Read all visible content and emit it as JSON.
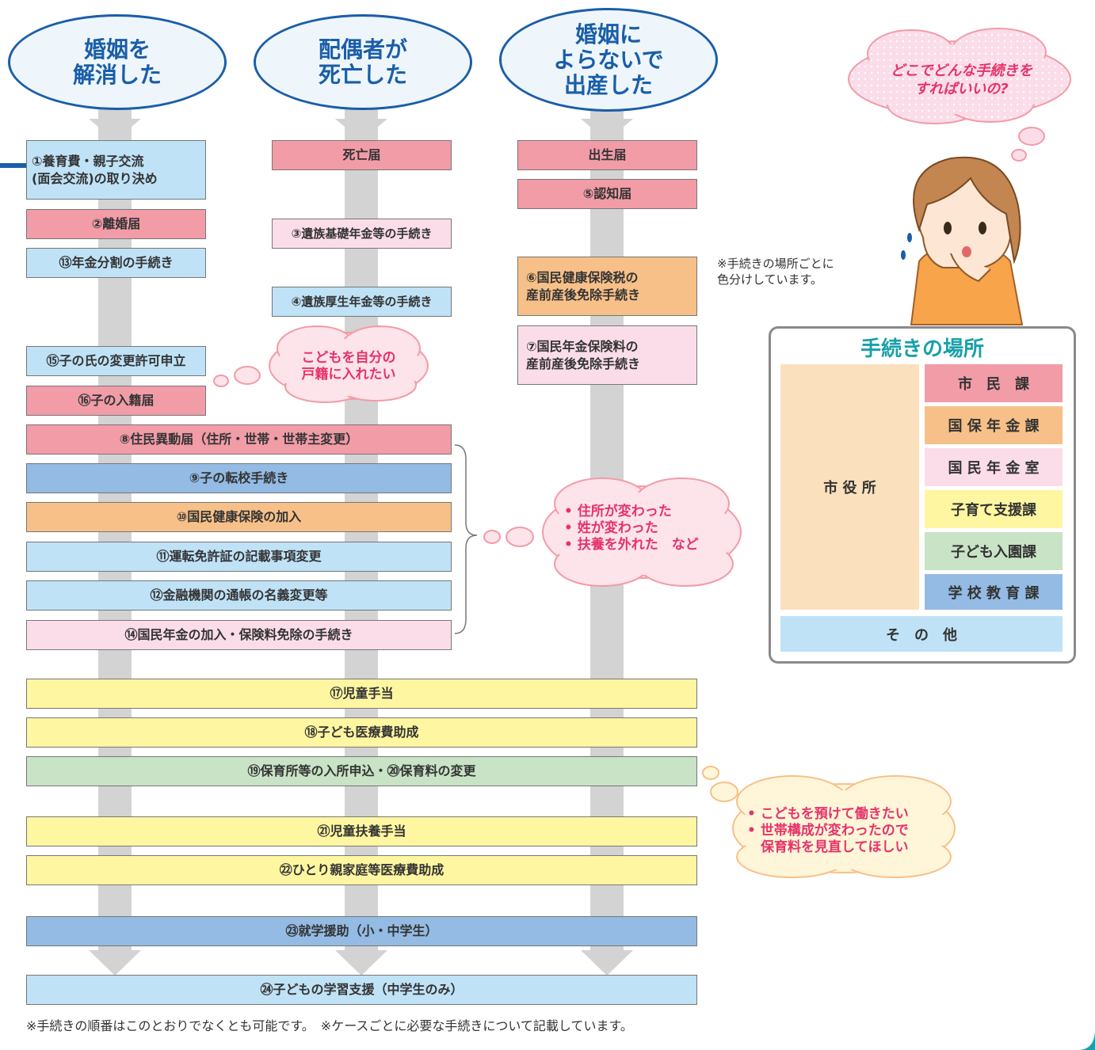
{
  "colors": {
    "shiminka": "#f19ca7",
    "kokuho": "#f7c088",
    "nenkin": "#fbdde9",
    "kosodate": "#fff6a1",
    "nyuen": "#c8e3c5",
    "gakko": "#93bbe3",
    "sonota": "#bfe2f6",
    "shiyakusho": "#fbe0bd",
    "header_border": "#1a5ea8",
    "cloud_text": "#e5336a"
  },
  "headers": [
    {
      "label": "婚姻を\n解消した"
    },
    {
      "label": "配偶者が\n死亡した"
    },
    {
      "label": "婚姻に\nよらないで\n出産した"
    }
  ],
  "column1": [
    {
      "label": "①養育費・親子交流\n(面会交流)の取り決め",
      "dept": "sonota"
    },
    {
      "label": "②離婚届",
      "dept": "shiminka"
    },
    {
      "label": "⑬年金分割の手続き",
      "dept": "sonota"
    },
    {
      "label": "⑮子の氏の変更許可申立",
      "dept": "sonota"
    },
    {
      "label": "⑯子の入籍届",
      "dept": "shiminka"
    }
  ],
  "column2": [
    {
      "label": "死亡届",
      "dept": "shiminka"
    },
    {
      "label": "③遺族基礎年金等の手続き",
      "dept": "nenkin"
    },
    {
      "label": "④遺族厚生年金等の手続き",
      "dept": "sonota"
    }
  ],
  "column3": [
    {
      "label": "出生届",
      "dept": "shiminka"
    },
    {
      "label": "⑤認知届",
      "dept": "shiminka"
    },
    {
      "label": "⑥国民健康保険税の\n産前産後免除手続き",
      "dept": "kokuho"
    },
    {
      "label": "⑦国民年金保険料の\n産前産後免除手続き",
      "dept": "nenkin"
    }
  ],
  "wide12": [
    {
      "label": "⑧住民異動届（住所・世帯・世帯主変更）",
      "dept": "shiminka"
    },
    {
      "label": "⑨子の転校手続き",
      "dept": "gakko"
    },
    {
      "label": "⑩国民健康保険の加入",
      "dept": "kokuho"
    },
    {
      "label": "⑪運転免許証の記載事項変更",
      "dept": "sonota"
    },
    {
      "label": "⑫金融機関の通帳の名義変更等",
      "dept": "sonota"
    },
    {
      "label": "⑭国民年金の加入・保険料免除の手続き",
      "dept": "nenkin"
    }
  ],
  "wide123": [
    {
      "label": "⑰児童手当",
      "dept": "kosodate"
    },
    {
      "label": "⑱子ども医療費助成",
      "dept": "kosodate"
    },
    {
      "label": "⑲保育所等の入所申込・⑳保育料の変更",
      "dept": "nyuen"
    },
    {
      "label": "㉑児童扶養手当",
      "dept": "kosodate"
    },
    {
      "label": "㉒ひとり親家庭等医療費助成",
      "dept": "kosodate"
    },
    {
      "label": "㉓就学援助（小・中学生）",
      "dept": "gakko"
    },
    {
      "label": "㉔子どもの学習支援（中学生のみ）",
      "dept": "sonota"
    }
  ],
  "clouds": {
    "question": "どこでどんな手続きを\nすればいいの?",
    "koseki": "こどもを自分の\n戸籍に入れたい",
    "address": "• 住所が変わった\n• 姓が変わった\n• 扶養を外れた　など",
    "hoiku": "• こどもを預けて働きたい\n• 世帯構成が変わったので\n　保育料を見直してほしい"
  },
  "color_note": "※手続きの場所ごとに\n色分けしています。",
  "legend": {
    "title": "手続きの場所",
    "city_hall": "市 役 所",
    "items": [
      {
        "label": "市　民　課",
        "dept": "shiminka"
      },
      {
        "label": "国 保 年 金 課",
        "dept": "kokuho"
      },
      {
        "label": "国 民 年 金 室",
        "dept": "nenkin"
      },
      {
        "label": "子育て支援課",
        "dept": "kosodate"
      },
      {
        "label": "子ども入園課",
        "dept": "nyuen"
      },
      {
        "label": "学 校 教 育 課",
        "dept": "gakko"
      }
    ],
    "other": "そ　の　他"
  },
  "footer": "※手続きの順番はこのとおりでなくとも可能です。　※ケースごとに必要な手続きについて記載しています。"
}
